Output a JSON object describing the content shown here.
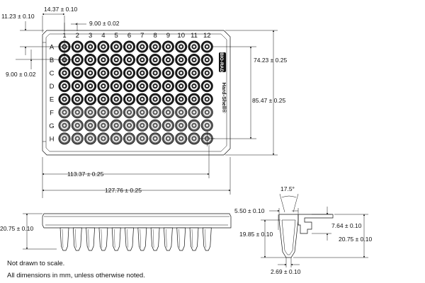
{
  "plate": {
    "rows": [
      "A",
      "B",
      "C",
      "D",
      "E",
      "F",
      "G",
      "H"
    ],
    "columns": [
      "1",
      "2",
      "3",
      "4",
      "5",
      "6",
      "7",
      "8",
      "9",
      "10",
      "11",
      "12"
    ],
    "brand_logo": "BIO-RAD",
    "product_name": "Hard-Shell®"
  },
  "dimensions": {
    "a1_x_offset": "14.37 ± 0.10",
    "a1_y_offset": "11.23 ± 0.10",
    "col_pitch": "9.00 ± 0.02",
    "row_pitch": "9.00 ± 0.02",
    "inner_height": "74.23 ± 0.25",
    "overall_height": "85.47 ± 0.25",
    "h12_x_offset": "113.37 ± 0.25",
    "overall_length": "127.76 ± 0.25",
    "side_height": "20.75 ± 0.10",
    "tube_angle": "17.5°",
    "tube_top_diameter": "5.50 ± 0.10",
    "tube_depth": "19.85 ± 0.10",
    "skirt_height": "7.64 ± 0.10",
    "section_height": "20.75 ± 0.10",
    "tube_bottom_diameter": "2.69 ± 0.10"
  },
  "notes": {
    "line1": "Not drawn to scale.",
    "line2": "All dimensions in mm, unless otherwise noted."
  },
  "colors": {
    "line": "#111111",
    "well_light": "#dcdcdc",
    "plate_fill": "#ffffff"
  },
  "icons": [
    "bio-rad-logo-icon"
  ]
}
